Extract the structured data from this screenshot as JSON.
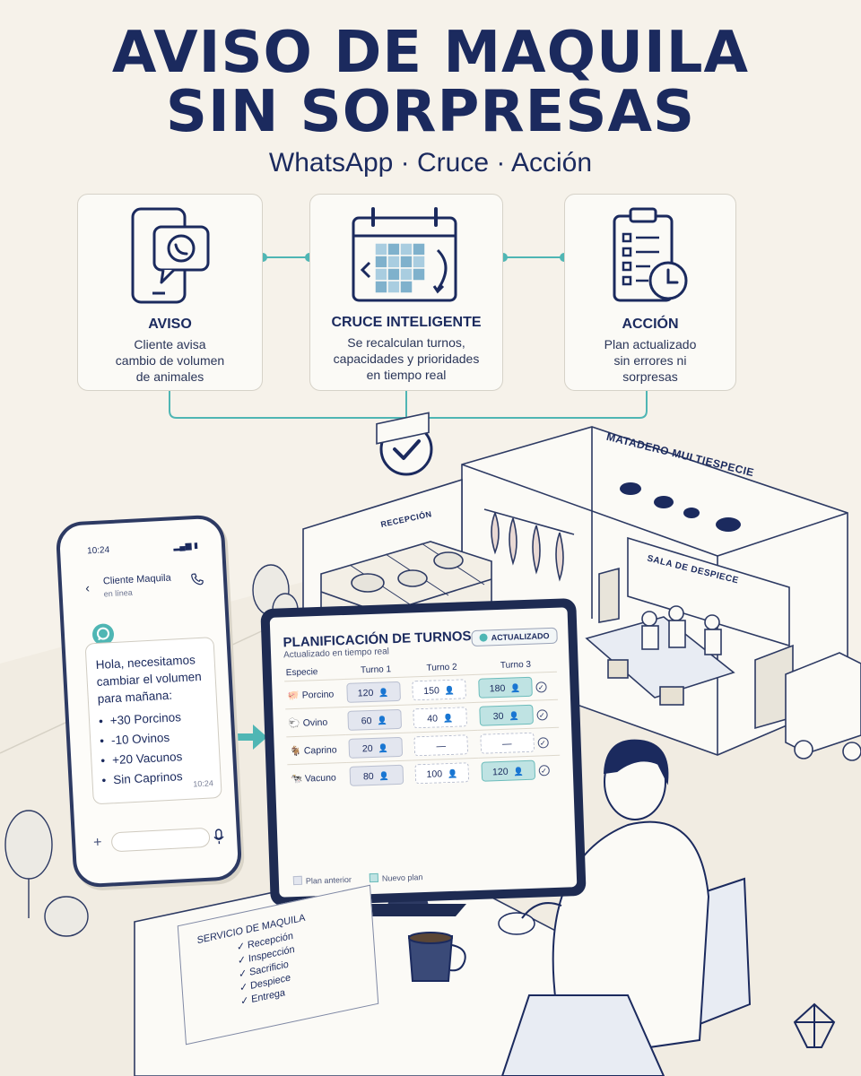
{
  "header": {
    "title_line1": "AVISO DE MAQUILA",
    "title_line2": "SIN SORPRESAS",
    "subtitle": "WhatsApp · Cruce · Acción"
  },
  "steps": [
    {
      "title": "AVISO",
      "desc_line1": "Cliente avisa",
      "desc_line2": "cambio de volumen",
      "desc_line3": "de animales",
      "icon": "whatsapp-phone-icon"
    },
    {
      "title": "CRUCE INTELIGENTE",
      "desc_line1": "Se recalculan turnos,",
      "desc_line2": "capacidades y prioridades",
      "desc_line3": "en tiempo real",
      "icon": "calendar-sync-icon"
    },
    {
      "title": "ACCIÓN",
      "desc_line1": "Plan actualizado",
      "desc_line2": "sin errores ni",
      "desc_line3": "sorpresas",
      "icon": "clipboard-clock-icon"
    }
  ],
  "facility": {
    "name": "MATADERO MULTIESPECIE",
    "reception": "RECEPCIÓN",
    "cutting_room": "SALA DE DESPIECE"
  },
  "phone": {
    "time": "10:24",
    "contact": "Cliente Maquila",
    "status": "en línea",
    "message_intro": "Hola, necesitamos cambiar el volumen para mañana:",
    "items": [
      "+30 Porcinos",
      "-10 Ovinos",
      "+20 Vacunos",
      "Sin Caprinos"
    ],
    "message_time": "10:24"
  },
  "plan": {
    "title": "PLANIFICACIÓN DE TURNOS",
    "subtitle": "Actualizado en tiempo real",
    "badge": "ACTUALIZADO",
    "col_species": "Especie",
    "shifts": [
      "Turno 1",
      "Turno 2",
      "Turno 3"
    ],
    "rows": [
      {
        "species": "Porcino",
        "t1": "120",
        "t2": "150",
        "t3": "180"
      },
      {
        "species": "Ovino",
        "t1": "60",
        "t2": "40",
        "t3": "30"
      },
      {
        "species": "Caprino",
        "t1": "20",
        "t2": "—",
        "t3": "—"
      },
      {
        "species": "Vacuno",
        "t1": "80",
        "t2": "100",
        "t3": "120"
      }
    ],
    "legend_old": "Plan anterior",
    "legend_new": "Nuevo plan"
  },
  "notebook": {
    "title": "SERVICIO DE MAQUILA",
    "items": [
      "Recepción",
      "Inspección",
      "Sacrificio",
      "Despiece",
      "Entrega"
    ]
  },
  "colors": {
    "navy": "#1b2a5e",
    "teal": "#4fb6b4",
    "background": "#f6f2ea"
  }
}
